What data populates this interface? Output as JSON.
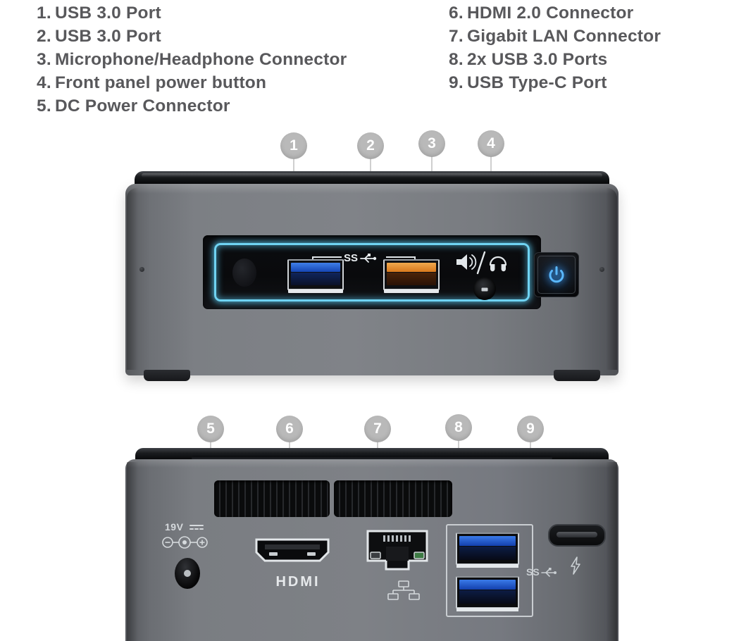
{
  "legend": {
    "left_column": [
      {
        "number": "1.",
        "label": "USB 3.0 Port"
      },
      {
        "number": "2.",
        "label": "USB 3.0 Port"
      },
      {
        "number": "3.",
        "label": "Microphone/Headphone Connector"
      },
      {
        "number": "4.",
        "label": "Front panel power button"
      },
      {
        "number": "5.",
        "label": "DC Power Connector"
      }
    ],
    "right_column": [
      {
        "number": "6.",
        "label": "HDMI 2.0 Connector"
      },
      {
        "number": "7.",
        "label": "Gigabit LAN Connector"
      },
      {
        "number": "8.",
        "label": "2x USB 3.0 Ports"
      },
      {
        "number": "9.",
        "label": "USB Type-C Port"
      }
    ]
  },
  "markers": {
    "m1": "1",
    "m2": "2",
    "m3": "3",
    "m4": "4",
    "m5": "5",
    "m6": "6",
    "m7": "7",
    "m8": "8",
    "m9": "9"
  },
  "front_panel": {
    "usb_blue_name": "USB 3.0 Port",
    "usb_orange_name": "USB 3.0 Charging Port",
    "superspeed_text": "SS",
    "audio_jack_name": "Microphone/Headphone Connector",
    "power_button_name": "Front panel power button"
  },
  "rear_panel": {
    "dc_voltage_label": "19V",
    "hdmi_label": "HDMI",
    "lan_name": "Gigabit LAN Connector",
    "superspeed_text": "SS",
    "typec_name": "USB Type-C Port"
  },
  "colors": {
    "text_gray": "#58585b",
    "marker_gray": "#b9b9b9",
    "glow_cyan": "#6fd3f2",
    "usb_blue": "#1546b4",
    "usb_orange": "#d8781c",
    "chassis_gray": "#7e8186",
    "power_led_blue": "#3fa8ff"
  }
}
